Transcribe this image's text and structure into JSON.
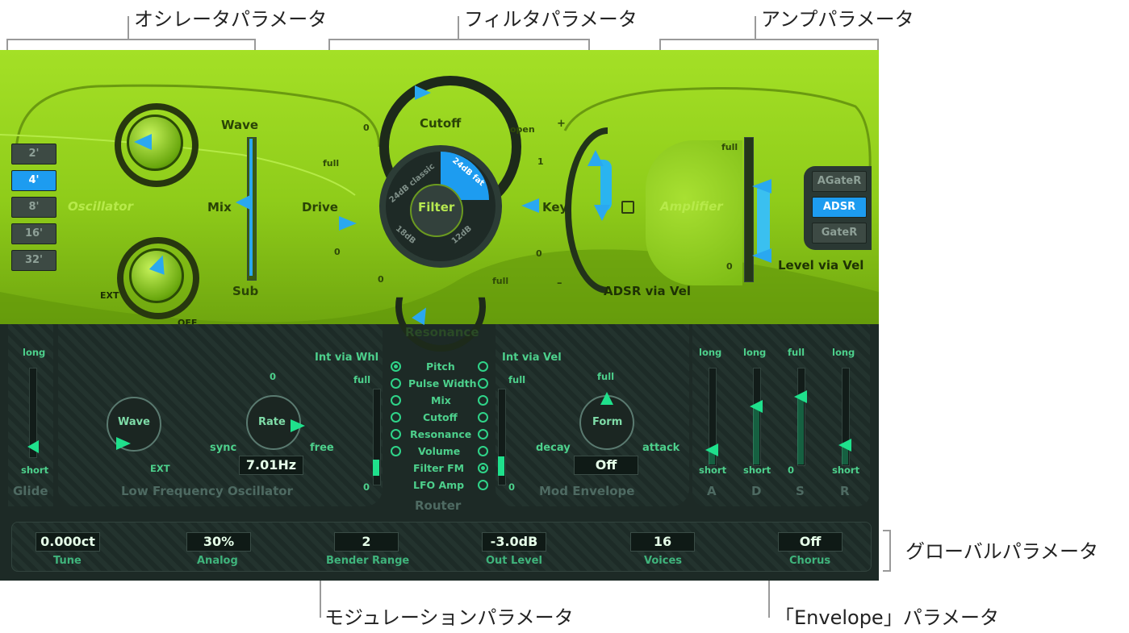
{
  "annotations": {
    "osc": "オシレータパラメータ",
    "filter": "フィルタパラメータ",
    "amp": "アンプパラメータ",
    "global": "グローバルパラメータ",
    "mod": "モジュレーションパラメータ",
    "envelope": "「Envelope」パラメータ"
  },
  "oscillator": {
    "title": "Oscillator",
    "octave_tabs": [
      "2'",
      "4'",
      "8'",
      "16'",
      "32'"
    ],
    "selected_tab": "4'",
    "wave_label": "Wave",
    "mix_label": "Mix",
    "sub_label": "Sub",
    "ext_label": "EXT",
    "off_label": "OFF"
  },
  "filter": {
    "cutoff_label": "Cutoff",
    "cutoff_min": "0",
    "cutoff_max": "open",
    "drive_label": "Drive",
    "drive_max": "full",
    "drive_min": "0",
    "resonance_label": "Resonance",
    "res_min": "0",
    "res_max": "full",
    "key_label": "Key",
    "key_max": "1",
    "key_min": "0",
    "center_label": "Filter",
    "modes": [
      "24dB classic",
      "24dB fat",
      "12dB",
      "18dB"
    ],
    "selected_mode": "24dB fat",
    "adsr_label": "ADSR via Vel",
    "adsr_plus": "+",
    "adsr_minus": "–"
  },
  "amp": {
    "title": "Amplifier",
    "full": "full",
    "zero": "0",
    "level_label": "Level via Vel",
    "modes": [
      "AGateR",
      "ADSR",
      "GateR"
    ],
    "selected_mode": "ADSR"
  },
  "glide": {
    "title": "Glide",
    "long": "long",
    "short": "short"
  },
  "lfo": {
    "title": "Low Frequency Oscillator",
    "wave_label": "Wave",
    "ext_label": "EXT",
    "rate_label": "Rate",
    "rate_top": "0",
    "sync_label": "sync",
    "free_label": "free",
    "rate_value": "7.01Hz",
    "int_label": "Int via Whl",
    "int_full": "full",
    "int_zero": "0"
  },
  "router": {
    "title": "Router",
    "items": [
      "Pitch",
      "Pulse Width",
      "Mix",
      "Cutoff",
      "Resonance",
      "Volume",
      "Filter FM",
      "LFO Amp"
    ],
    "left_selected": "Pitch",
    "right_selected": "Filter FM"
  },
  "mod_env": {
    "title": "Mod Envelope",
    "int_label": "Int via Vel",
    "int_full": "full",
    "int_zero": "0",
    "form_label": "Form",
    "form_top": "full",
    "decay_label": "decay",
    "attack_label": "attack",
    "form_value": "Off"
  },
  "envelope": {
    "sliders": [
      {
        "name": "A",
        "top": "long",
        "bottom": "short",
        "level": 0.15
      },
      {
        "name": "D",
        "top": "long",
        "bottom": "short",
        "level": 0.6
      },
      {
        "name": "S",
        "top": "full",
        "bottom": "0",
        "level": 0.7
      },
      {
        "name": "R",
        "top": "long",
        "bottom": "short",
        "level": 0.2
      }
    ]
  },
  "global": {
    "params": [
      {
        "label": "Tune",
        "value": "0.000ct"
      },
      {
        "label": "Analog",
        "value": "30%"
      },
      {
        "label": "Bender Range",
        "value": "2"
      },
      {
        "label": "Out Level",
        "value": "-3.0dB"
      },
      {
        "label": "Voices",
        "value": "16"
      },
      {
        "label": "Chorus",
        "value": "Off"
      }
    ]
  },
  "colors": {
    "green": "#8fcc1a",
    "blue": "#1d9cf0",
    "mint": "#1fe08c",
    "dark": "#1d2a26"
  }
}
